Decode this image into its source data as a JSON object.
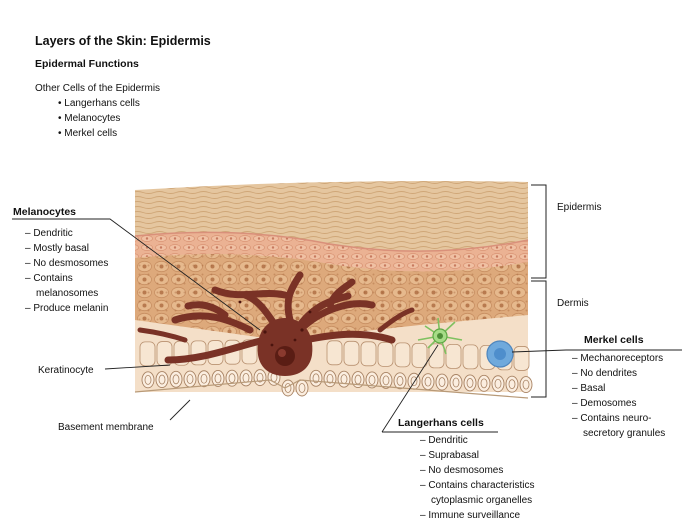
{
  "header": {
    "title": "Layers of the Skin: Epidermis",
    "subtitle": "Epidermal Functions",
    "intro": "Other Cells of the Epidermis",
    "bullets": [
      "• Langerhans cells",
      "• Melanocytes",
      "• Merkel cells"
    ]
  },
  "labels": {
    "epidermis": "Epidermis",
    "dermis": "Dermis",
    "keratinocyte": "Keratinocyte",
    "basement_membrane": "Basement membrane"
  },
  "melanocytes": {
    "title": "Melanocytes",
    "items": [
      "– Dendritic",
      "– Mostly basal",
      "– No desmosomes",
      "– Contains",
      "melanosomes",
      "– Produce melanin"
    ]
  },
  "merkel": {
    "title": "Merkel cells",
    "items": [
      "– Mechanoreceptors",
      "– No dendrites",
      "– Basal",
      "– Demosomes",
      "– Contains neuro-",
      "secretory granules"
    ]
  },
  "langerhans": {
    "title": "Langerhans cells",
    "items": [
      "– Dendritic",
      "– Suprabasal",
      "– No desmosomes",
      "– Contains characteristics",
      "cytoplasmic organelles",
      "– Immune surveillance"
    ]
  },
  "colors": {
    "stratum_corneum": "#e3c49c",
    "granulosum": "#ebb08f",
    "spinosum": "#dfaa7c",
    "basal_cell": "#f4dfc8",
    "melanocyte": "#7a3226",
    "merkel": "#6fa9dc",
    "langerhans": "#8ccf6a"
  }
}
